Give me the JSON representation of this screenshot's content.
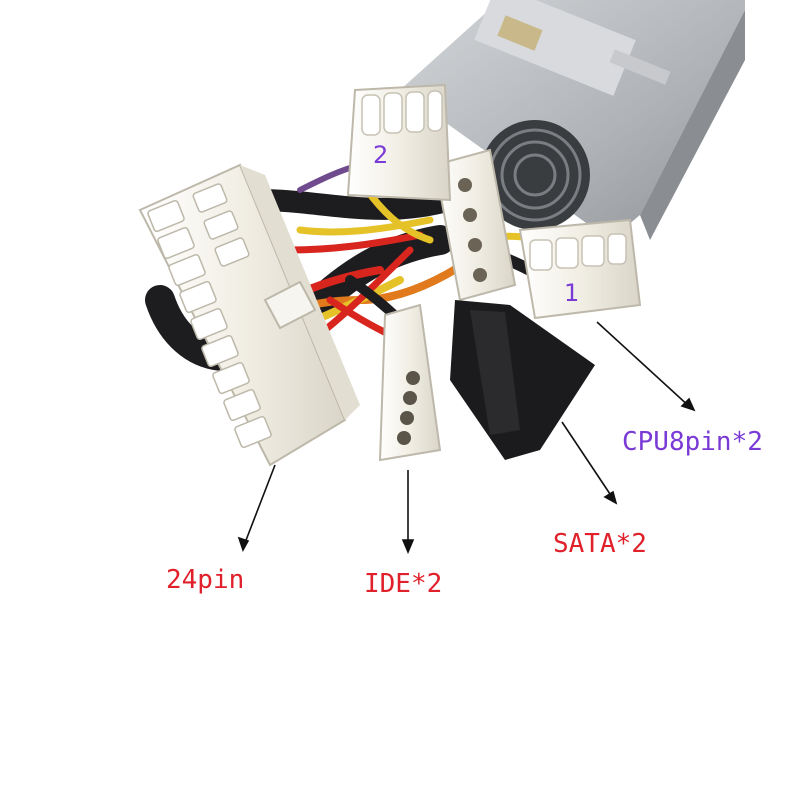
{
  "labels": {
    "pin24": "24pin",
    "ide": "IDE*2",
    "sata": "SATA*2",
    "cpu": "CPU8pin*2"
  },
  "markers": {
    "one": "1",
    "two": "2"
  },
  "colors": {
    "red_label": "#e0202a",
    "purple_label": "#7a3ad6",
    "connector_white": "#f4f1e8",
    "sata_black": "#1b1b1d",
    "psu_silver": "#b8bcc0"
  }
}
